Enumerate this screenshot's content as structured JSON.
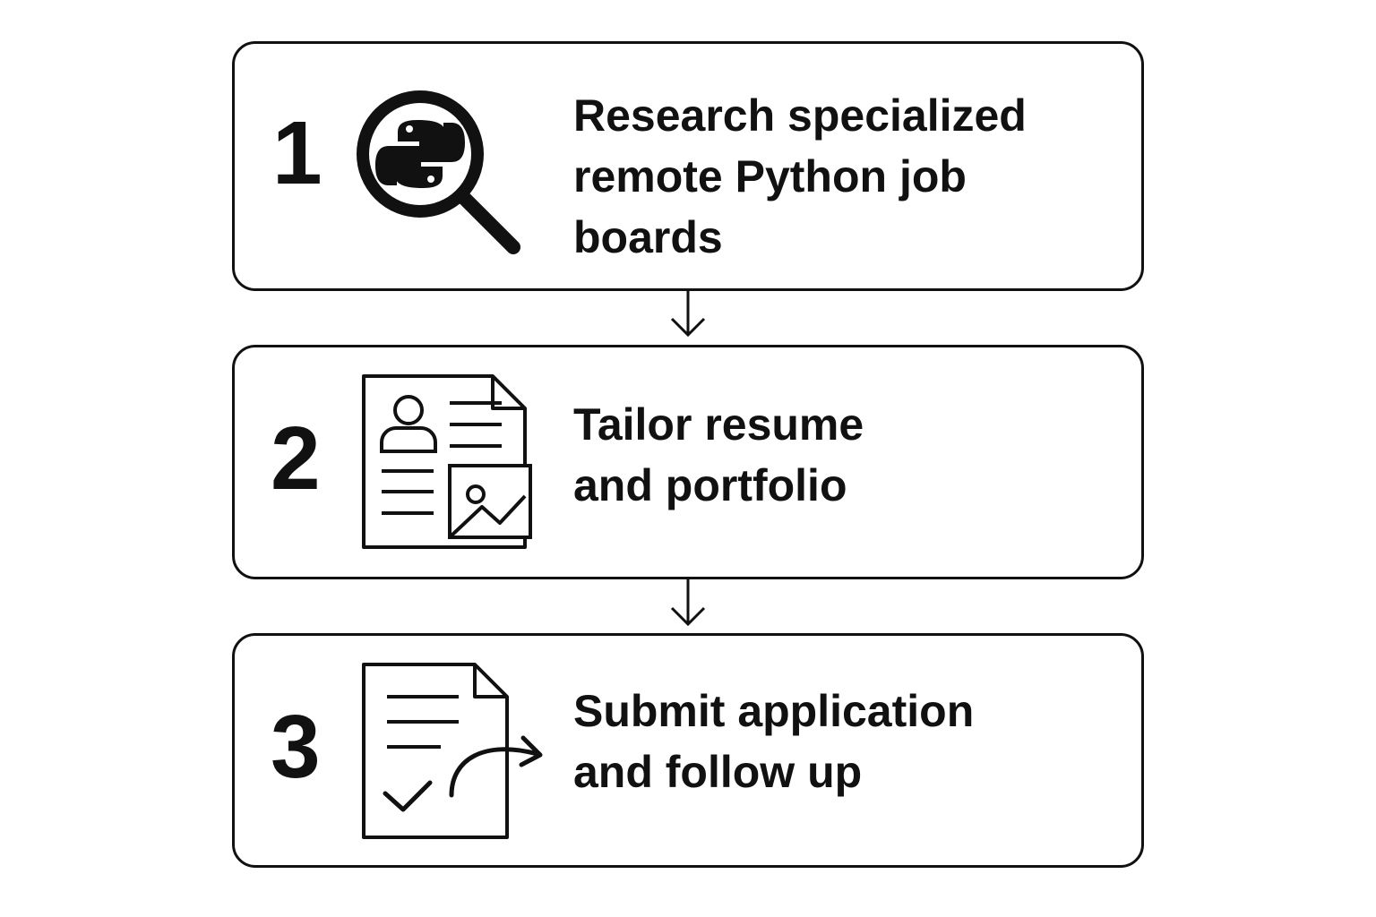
{
  "steps": [
    {
      "number": "1",
      "title_lines": [
        "Research specialized",
        "remote Python job",
        "boards"
      ],
      "icon": "magnifier-python-icon"
    },
    {
      "number": "2",
      "title_lines": [
        "Tailor resume",
        "and portfolio"
      ],
      "icon": "resume-portfolio-icon"
    },
    {
      "number": "3",
      "title_lines": [
        "Submit application",
        "and follow up"
      ],
      "icon": "document-submit-icon"
    }
  ],
  "colors": {
    "stroke": "#111111",
    "background": "#ffffff"
  }
}
